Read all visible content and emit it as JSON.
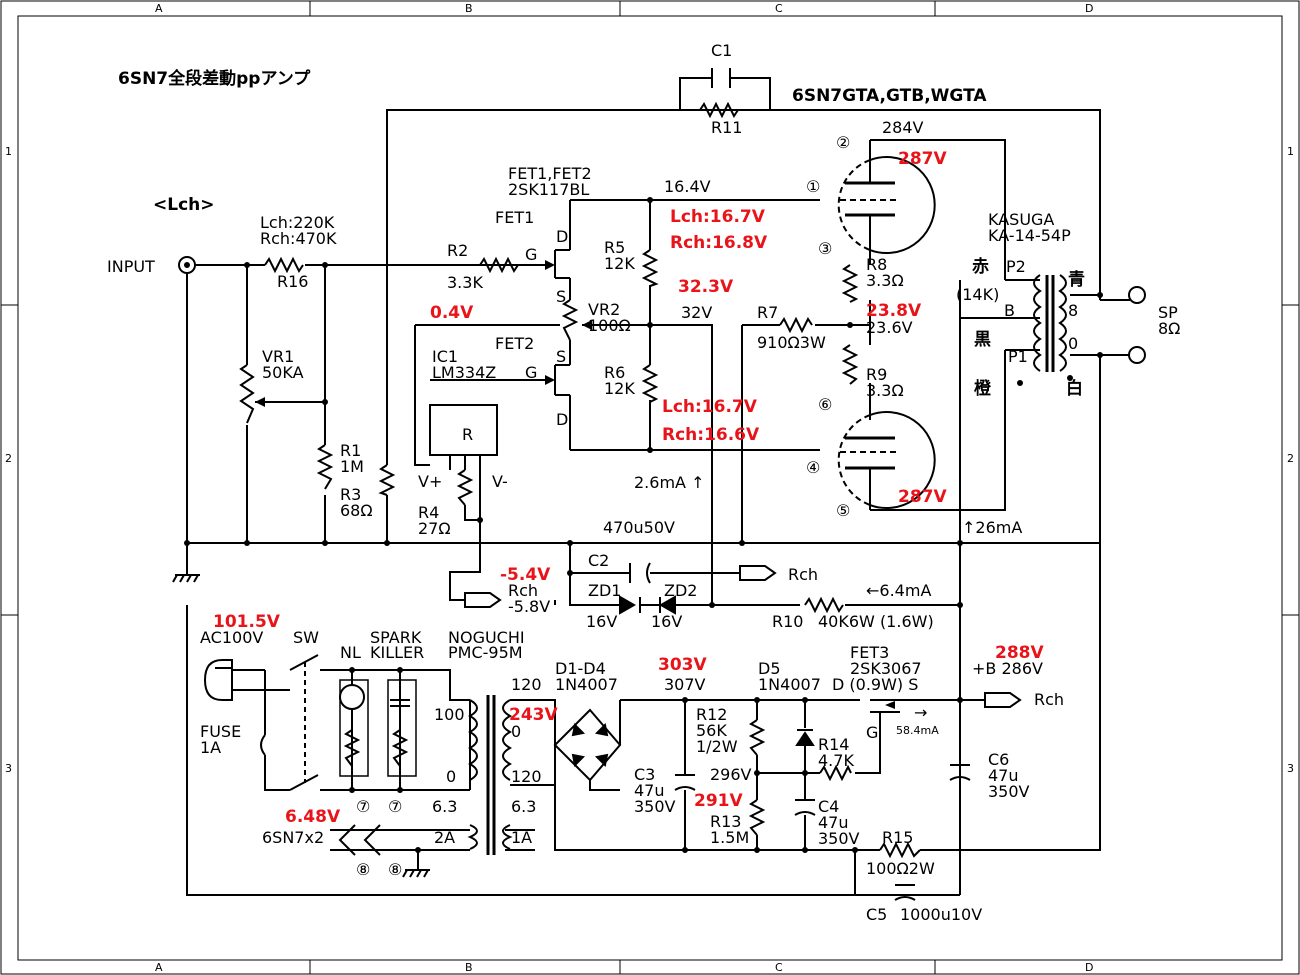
{
  "title": "6SN7全段差動ppアンプ",
  "tube_types": "6SN7GTA,GTB,WGTA",
  "channel_label": "<Lch>",
  "grid": {
    "cols": [
      "A",
      "B",
      "C",
      "D"
    ],
    "rows": [
      "1",
      "2",
      "3"
    ]
  },
  "labels": {
    "input": "INPUT",
    "lch_220k": "Lch:220K",
    "rch_470k": "Rch:470K",
    "r16": "R16",
    "r2": "R2",
    "r2v": "3.3K",
    "fet12": "FET1,FET2",
    "fet12p": "2SK117BL",
    "fet1": "FET1",
    "fet2": "FET2",
    "g1": "G",
    "d1": "D",
    "s1": "S",
    "s2": "S",
    "g2": "G",
    "d2": "D",
    "vr2": "VR2",
    "vr2v": "100Ω",
    "r5": "R5",
    "r5v": "12K",
    "r6": "R6",
    "r6v": "12K",
    "v164": "16.4V",
    "v32": "32V",
    "vr1": "VR1",
    "vr1v": "50KA",
    "r1": "R1",
    "r1v": "1M",
    "r3": "R3",
    "r3v": "68Ω",
    "ic1": "IC1",
    "ic1p": "LM334Z",
    "r": "R",
    "vplus": "V+",
    "vminus": "V-",
    "r4": "R4",
    "r4v": "27Ω",
    "c1": "C1",
    "r11": "R11",
    "v284": "284V",
    "r7": "R7",
    "r7v": "910Ω3W",
    "r8": "R8",
    "r8v": "3.3Ω",
    "r9": "R9",
    "r9v": "3.3Ω",
    "v236": "23.6V",
    "kasuga": "KASUGA",
    "ka": "KA-14-54P",
    "aka": "赤",
    "p2": "P2",
    "ao": "青",
    "k14": "(14K)",
    "b": "B",
    "kuro": "黒",
    "p1": "P1",
    "dai": "橙",
    "shiro": "白",
    "t8": "8",
    "t0": "0",
    "sp": "SP",
    "sp8": "8Ω",
    "ma26": "2.6mA ↑",
    "ma26b": "↑26mA",
    "c470": "470u50V",
    "c2": "C2",
    "rch1": "Rch",
    "zd1": "ZD1",
    "zd2": "ZD2",
    "v16a": "16V",
    "v16b": "16V",
    "rch_m58": "Rch",
    "m58": "-5.8V",
    "r10": "R10",
    "r10v": "40K6W (1.6W)",
    "ma64": "←6.4mA",
    "ac100": "AC100V",
    "sw": "SW",
    "nl": "NL",
    "spark": "SPARK",
    "killer": "KILLER",
    "noguchi": "NOGUCHI",
    "pmc": "PMC-95M",
    "fuse": "FUSE",
    "fuse1a": "1A",
    "t100": "100",
    "t0b": "0",
    "t120a": "120",
    "t0c": "0",
    "t120b": "120",
    "d14": "D1-D4",
    "d14p": "1N4007",
    "v307": "307V",
    "d5": "D5",
    "d5p": "1N4007",
    "fet3": "FET3",
    "fet3p": "2SK3067",
    "fet3d": "D (0.9W) S",
    "fet3g": "G",
    "ma584": "→",
    "ma584b": "58.4mA",
    "b286": "+B 286V",
    "rch2": "Rch",
    "r12": "R12",
    "r12v": "56K",
    "r12w": "1/2W",
    "r13": "R13",
    "r13v": "1.5M",
    "v296": "296V",
    "r14": "R14",
    "r14v": "4.7K",
    "c3": "C3",
    "c3v": "47u",
    "c3w": "350V",
    "c4": "C4",
    "c4v": "47u",
    "c4w": "350V",
    "c6": "C6",
    "c6v": "47u",
    "c6w": "350V",
    "r15": "R15",
    "r15v": "100Ω2W",
    "c5": "C5",
    "c5v": "1000u10V",
    "h63a": "6.3",
    "h63b": "6.3",
    "h2a": "2A",
    "h1a": "1A",
    "sn7x2": "6SN7x2",
    "p7a": "⑦",
    "p7b": "⑦",
    "p8a": "⑧",
    "p8b": "⑧",
    "p1c": "①",
    "p2c": "②",
    "p3c": "③",
    "p4c": "④",
    "p5c": "⑤",
    "p6c": "⑥"
  },
  "measured": {
    "v287a": "287V",
    "lch167": "Lch:16.7V",
    "rch168": "Rch:16.8V",
    "v323": "32.3V",
    "v238": "23.8V",
    "v04": "0.4V",
    "lch167b": "Lch:16.7V",
    "rch166": "Rch:16.6V",
    "v287b": "287V",
    "m54": "-5.4V",
    "v1015": "101.5V",
    "v288": "288V",
    "v243": "243V",
    "v303": "303V",
    "v291": "291V",
    "v648": "6.48V"
  },
  "colors": {
    "measured": "#e8141a",
    "wire": "#000000",
    "background": "#ffffff"
  }
}
